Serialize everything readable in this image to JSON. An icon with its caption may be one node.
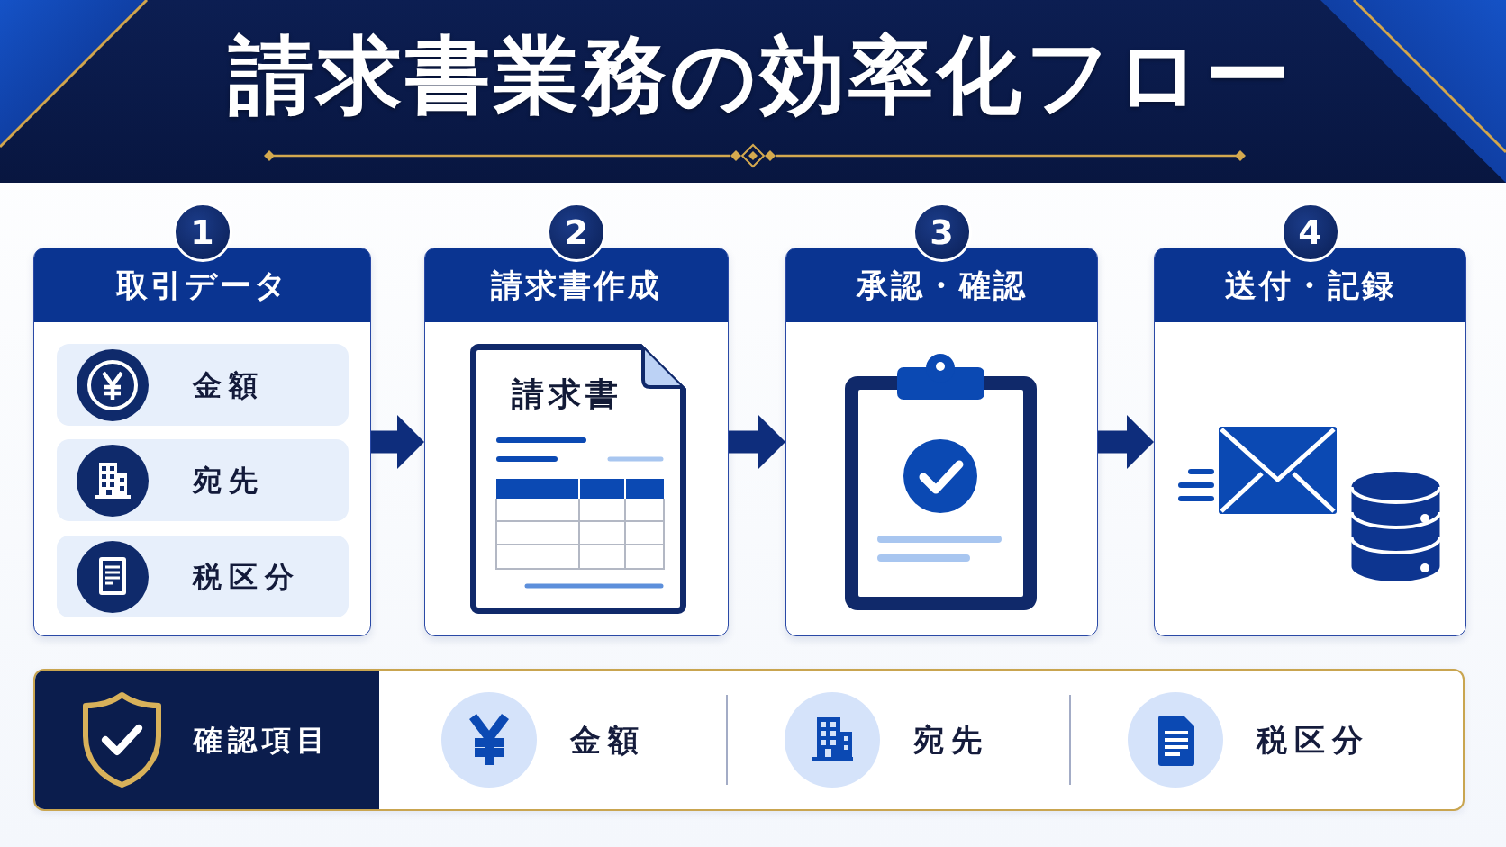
{
  "diagram": {
    "title": "請求書業務の効率化フロー",
    "nodes": [
      {
        "text": [
          "1",
          "取引データ"
        ]
      },
      {
        "text": [
          "金額"
        ],
        "in": 0
      },
      {
        "text": [
          "宛先"
        ],
        "in": 0
      },
      {
        "text": [
          "税区分"
        ],
        "in": 0
      },
      {
        "text": [
          "2",
          "請求書作成"
        ]
      },
      {
        "text": [
          "請求書"
        ],
        "in": 4
      },
      {
        "text": [
          "3",
          "承認・確認"
        ]
      },
      {
        "text": [
          "4",
          "送付・記録"
        ]
      },
      {
        "text": [
          "確認項目",
          "金額",
          "宛先",
          "税区分"
        ]
      }
    ],
    "edges": [
      {
        "from": 0,
        "to": 4,
        "arrow": "to"
      },
      {
        "from": 4,
        "to": 6,
        "arrow": "to"
      },
      {
        "from": 6,
        "to": 7,
        "arrow": "to"
      }
    ]
  }
}
